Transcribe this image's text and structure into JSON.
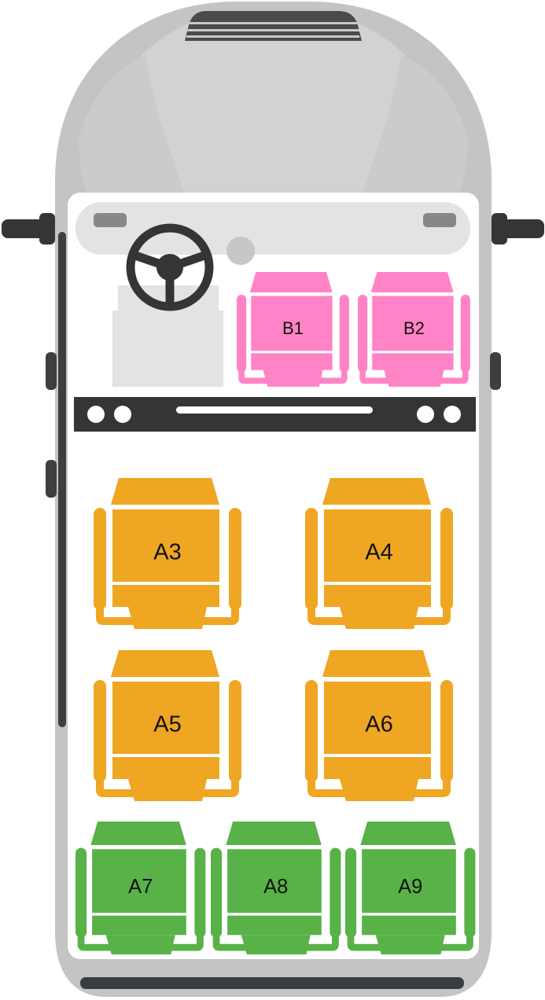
{
  "colors": {
    "body": "#c4c4c4",
    "body_light": "#d2d2d2",
    "floor": "#ffffff",
    "dashboard": "#e3e3e3",
    "dark": "#333536",
    "wheel_base": "#e3e3e3",
    "premium": "#ff83c6",
    "standard": "#efa623",
    "rear": "#58b247"
  },
  "seats": [
    {
      "id": "B1",
      "label": "B1",
      "category": "premium"
    },
    {
      "id": "B2",
      "label": "B2",
      "category": "premium"
    },
    {
      "id": "A3",
      "label": "A3",
      "category": "standard"
    },
    {
      "id": "A4",
      "label": "A4",
      "category": "standard"
    },
    {
      "id": "A5",
      "label": "A5",
      "category": "standard"
    },
    {
      "id": "A6",
      "label": "A6",
      "category": "standard"
    },
    {
      "id": "A7",
      "label": "A7",
      "category": "rear"
    },
    {
      "id": "A8",
      "label": "A8",
      "category": "rear"
    },
    {
      "id": "A9",
      "label": "A9",
      "category": "rear"
    }
  ]
}
